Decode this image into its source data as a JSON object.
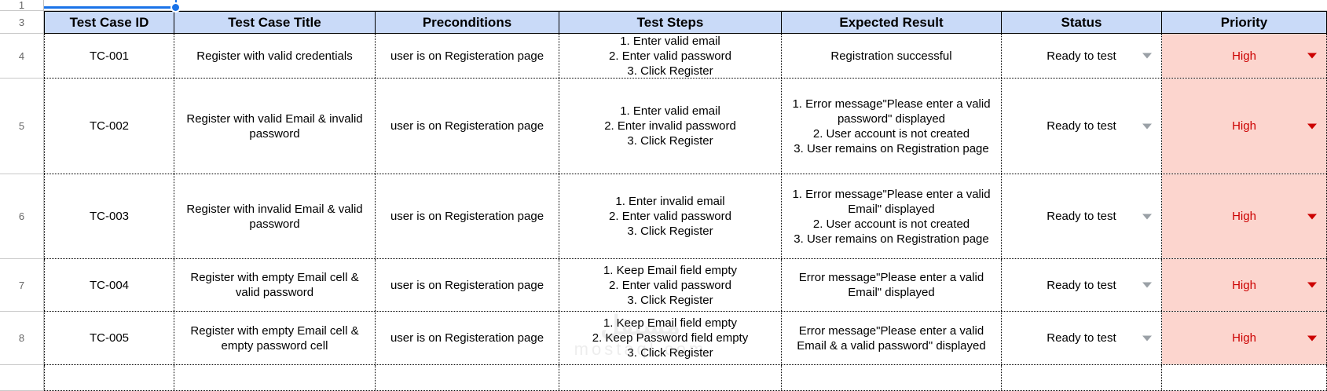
{
  "app": {
    "type": "spreadsheet",
    "selection_handle": "range-selection-handle"
  },
  "colors": {
    "header_bg": "#c9daf8",
    "priority_bg": "#fcd5ce",
    "priority_text": "#cc0000",
    "selection": "#1a73e8",
    "grid_line": "#c9c9c9",
    "cell_border": "#000000",
    "row_number_text": "#666666"
  },
  "gutter": {
    "row_numbers": [
      "1",
      "3",
      "4",
      "5",
      "6",
      "7",
      "8"
    ]
  },
  "table": {
    "headers": [
      "Test Case ID",
      "Test Case Title",
      "Preconditions",
      "Test Steps",
      "Expected Result",
      "Status",
      "Priority"
    ],
    "rows": [
      {
        "row_number": "4",
        "id": "TC-001",
        "title": "Register with valid credentials",
        "preconditions": "user is on Registeration page",
        "steps": "1. Enter valid email\n2. Enter valid password\n3. Click Register",
        "expected": "Registration successful",
        "status": "Ready to test",
        "priority": "High"
      },
      {
        "row_number": "5",
        "id": "TC-002",
        "title": "Register with valid Email & invalid password",
        "preconditions": "user is on Registeration page",
        "steps": "1. Enter valid email\n2. Enter invalid password\n3. Click Register",
        "expected": "1. Error message\"Please enter a valid password\" displayed\n2. User account is not created\n3. User remains on Registration page",
        "status": "Ready to test",
        "priority": "High"
      },
      {
        "row_number": "6",
        "id": "TC-003",
        "title": "Register with invalid Email & valid password",
        "preconditions": "user is on Registeration page",
        "steps": "1. Enter invalid email\n2. Enter valid password\n3. Click Register",
        "expected": "1. Error message\"Please enter a valid Email\" displayed\n2. User account is not created\n3. User remains on Registration page",
        "status": "Ready to test",
        "priority": "High"
      },
      {
        "row_number": "7",
        "id": "TC-004",
        "title": "Register with empty Email cell & valid password",
        "preconditions": "user is on Registeration page",
        "steps": "1. Keep Email field empty\n2. Enter valid password\n3. Click Register",
        "expected": "Error message\"Please enter a valid Email\" displayed",
        "status": "Ready to test",
        "priority": "High"
      },
      {
        "row_number": "8",
        "id": "TC-005",
        "title": "Register with empty Email cell & empty  password cell",
        "preconditions": "user is on Registeration page",
        "steps": "1. Keep Email field empty\n2. Keep Password field empty\n3. Click Register",
        "expected": "Error message\"Please enter a valid Email & a valid password\" displayed",
        "status": "Ready to test",
        "priority": "High"
      }
    ]
  },
  "watermark": {
    "arabic": "مستقل",
    "latin": "mostaql.com"
  }
}
